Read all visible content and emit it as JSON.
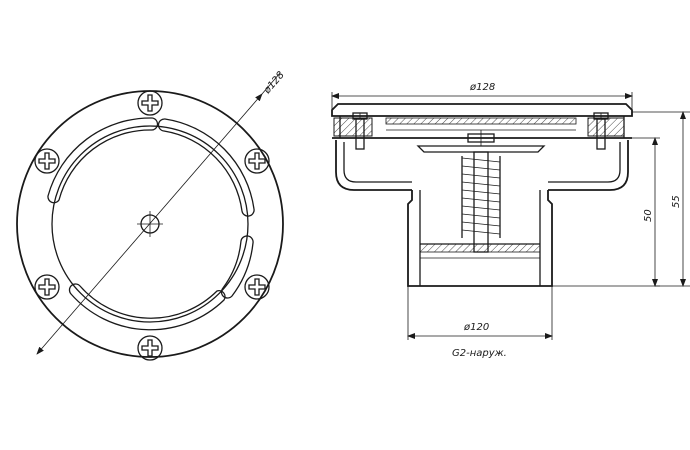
{
  "front_view": {
    "diameter_label": "ø128"
  },
  "section_view": {
    "top_diameter_label": "ø128",
    "bottom_diameter_label": "ø120",
    "thread_label": "G2-наруж.",
    "height_50_label": "50",
    "height_55_label": "55"
  },
  "colors": {
    "line": "#1a1a1a",
    "background": "#ffffff"
  },
  "icons": [
    "phillips-screw-icon",
    "center-mark-icon"
  ]
}
